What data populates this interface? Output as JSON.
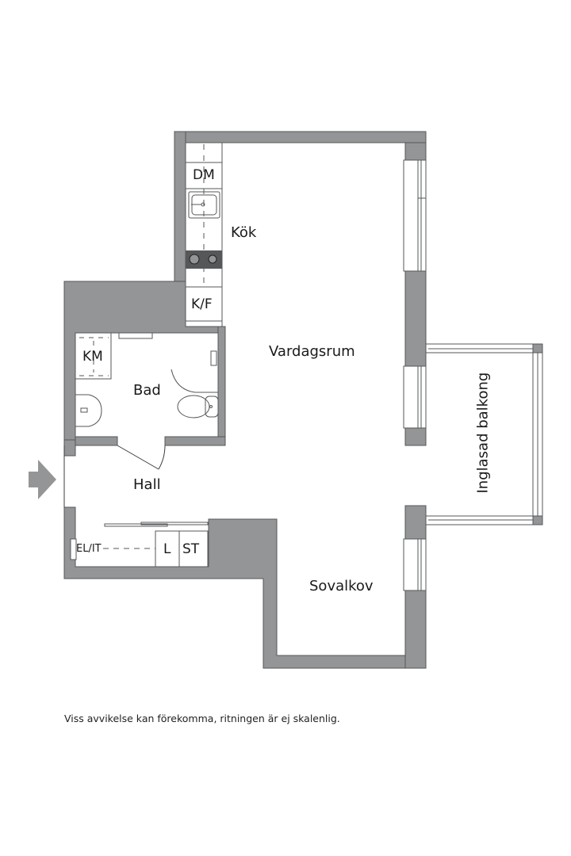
{
  "colors": {
    "wall": "#939596",
    "wall_stroke": "#555759",
    "line": "#3d3d3d",
    "background": "#ffffff",
    "stove": "#555759",
    "text": "#1a1a1a"
  },
  "rooms": {
    "kitchen": "Kök",
    "living_room": "Vardagsrum",
    "bathroom": "Bad",
    "hall": "Hall",
    "sleeping_alcove": "Sovalkov",
    "balcony": "Inglasad balkong"
  },
  "fixtures": {
    "dishwasher": "DM",
    "fridge_freezer": "K/F",
    "washing_machine": "KM",
    "electrical_it": "EL/IT",
    "linen_closet": "L",
    "storage": "ST"
  },
  "entrance_icon": "entrance-arrow-icon",
  "disclaimer": "Viss avvikelse kan förekomma, ritningen är ej skalenlig."
}
